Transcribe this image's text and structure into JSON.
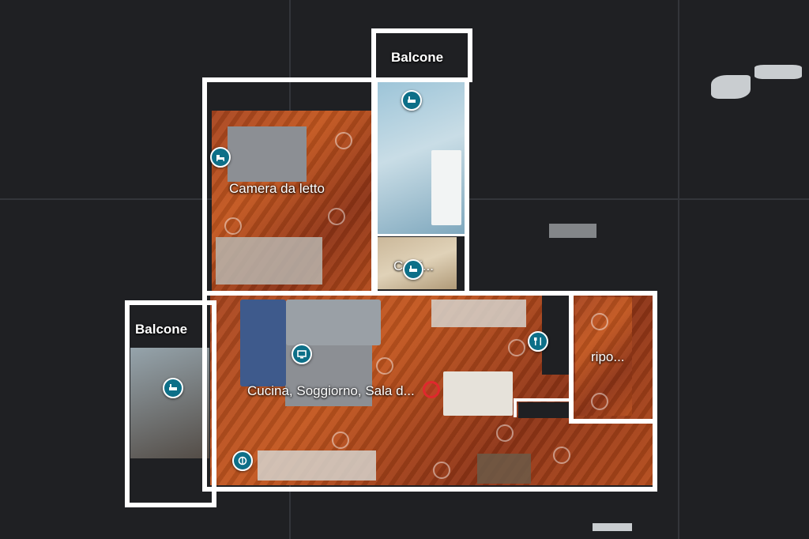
{
  "floorplan": {
    "rooms": [
      {
        "id": "balcone-top",
        "label": "Balcone"
      },
      {
        "id": "camera",
        "label": "Camera da letto"
      },
      {
        "id": "corridoio",
        "label": "Corri..."
      },
      {
        "id": "balcone-left",
        "label": "Balcone"
      },
      {
        "id": "cucina",
        "label": "Cucina, Soggiorno, Sala d..."
      },
      {
        "id": "ripostiglio",
        "label": "ripo..."
      }
    ],
    "pins": [
      {
        "icon": "bathroom-icon"
      },
      {
        "icon": "bed-icon"
      },
      {
        "icon": "bathroom-icon"
      },
      {
        "icon": "tv-icon"
      },
      {
        "icon": "dining-icon"
      },
      {
        "icon": "bathroom-icon"
      },
      {
        "icon": "dining-icon"
      }
    ],
    "colors": {
      "pin": "#0d6f88",
      "wall": "#ffffff",
      "current_position": "#e0282d",
      "background": "#1f2023"
    }
  }
}
